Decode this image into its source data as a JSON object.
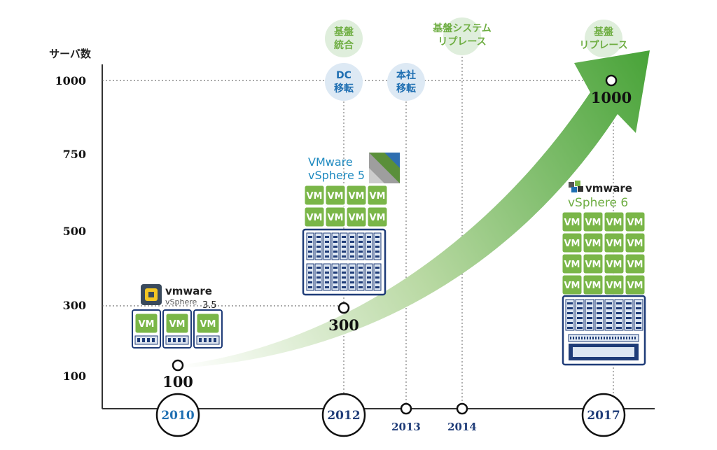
{
  "axis": {
    "title": "サーバ数",
    "ticks": [
      "1000",
      "750",
      "500",
      "300",
      "100"
    ]
  },
  "years": {
    "y2010": "2010",
    "y2012": "2012",
    "y2013": "2013",
    "y2014": "2014",
    "y2017": "2017"
  },
  "points": {
    "p100": "100",
    "p300": "300",
    "p1000": "1000"
  },
  "events": {
    "kiban_tougou": [
      "基盤",
      "統合"
    ],
    "dc_iten": [
      "DC",
      "移転"
    ],
    "honsha_iten": [
      "本社",
      "移転"
    ],
    "kiban_system_replace": [
      "基盤システム",
      "リプレース"
    ],
    "kiban_replace": [
      "基盤",
      "リプレース"
    ]
  },
  "products": {
    "v35_brand": "vmware",
    "v35_name": "vSphere",
    "v35_version": "3.5",
    "v5_line1": "VMware",
    "v5_line2": "vSphere 5",
    "v6_brand": "vmware",
    "v6_name": "vSphere 6",
    "vm_label": "VM"
  },
  "colors": {
    "green": "#7ab648",
    "green_dark": "#4e9a2f",
    "blue": "#1f6fb2",
    "navy": "#1f3c78",
    "circle_fill": "#dfeedc"
  }
}
